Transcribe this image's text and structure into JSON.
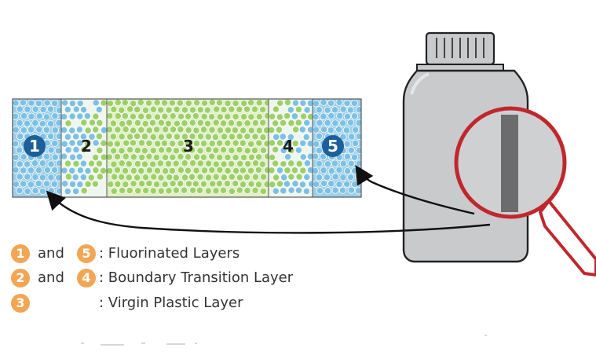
{
  "diagram": {
    "layers": [
      {
        "id": "1",
        "fill": "#9ecfe8",
        "dots": "blue"
      },
      {
        "id": "2",
        "fill": "#eef6ee",
        "dots": "mixed"
      },
      {
        "id": "3",
        "fill": "#dff0c4",
        "dots": "green"
      },
      {
        "id": "4",
        "fill": "#eef6ee",
        "dots": "mixed"
      },
      {
        "id": "5",
        "fill": "#9ecfe8",
        "dots": "blue"
      }
    ],
    "colors": {
      "blue_dot": "#7ec0e4",
      "green_dot": "#9ed06a",
      "bottle": "#c9cacc",
      "bottle_edge": "#222222",
      "magnifier": "#c0272d",
      "badge": "#f2a654"
    }
  },
  "legend": [
    {
      "badge_a": "1",
      "joiner": "and",
      "badge_b": "5",
      "label": ": Fluorinated Layers"
    },
    {
      "badge_a": "2",
      "joiner": "and",
      "badge_b": "4",
      "label": ": Boundary Transition Layer"
    },
    {
      "badge_a": "3",
      "joiner": "",
      "badge_b": "",
      "label": ": Virgin Plastic Layer"
    }
  ]
}
